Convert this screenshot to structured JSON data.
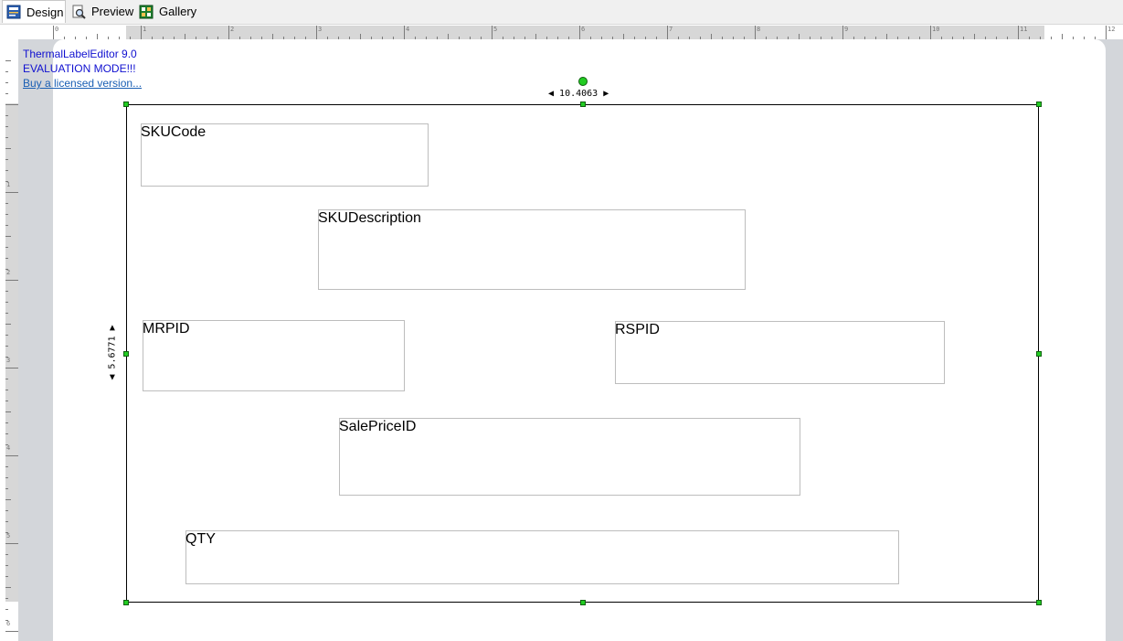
{
  "tabs": [
    {
      "label": "Design",
      "icon": "design-icon",
      "active": true
    },
    {
      "label": "Preview",
      "icon": "preview-icon",
      "active": false
    },
    {
      "label": "Gallery",
      "icon": "gallery-icon",
      "active": false
    }
  ],
  "ruler": {
    "top_numbers": [
      "0",
      "1",
      "2",
      "3",
      "4",
      "5",
      "6",
      "7",
      "8",
      "9",
      "10",
      "11",
      "12"
    ],
    "left_numbers": [
      "1",
      "2",
      "3",
      "4",
      "5",
      "6"
    ]
  },
  "watermark": {
    "line1": "ThermalLabelEditor 9.0",
    "line2": "EVALUATION MODE!!!",
    "link": "Buy a licensed version..."
  },
  "label": {
    "width_text": "10.4063",
    "height_text": "5.6771",
    "fields": [
      {
        "name": "SKUCode"
      },
      {
        "name": "SKUDescription"
      },
      {
        "name": "MRPID"
      },
      {
        "name": "RSPID"
      },
      {
        "name": "SalePriceID"
      },
      {
        "name": "QTY"
      }
    ]
  },
  "colors": {
    "handle": "#22cc22",
    "border": "#000000",
    "field_border": "#bdbdbd",
    "canvas_bg": "#d3d6da",
    "watermark": "#1010d0"
  }
}
